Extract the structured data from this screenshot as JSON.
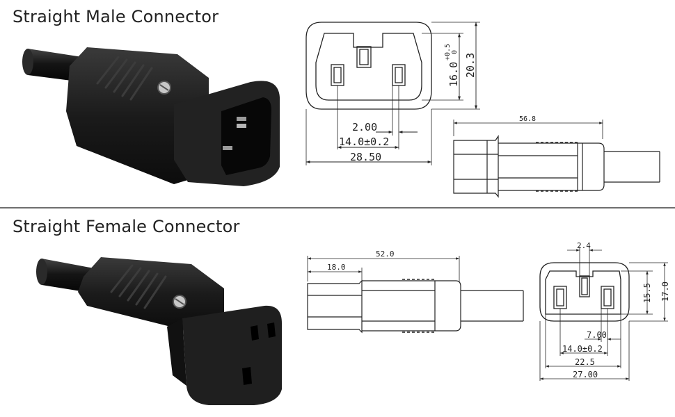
{
  "sections": {
    "male": {
      "title": "Straight Male Connector"
    },
    "female": {
      "title": "Straight Female Connector"
    }
  },
  "male_drawing": {
    "dim_slot_width": "2.00",
    "dim_pin_spacing": "14.0±0.2",
    "dim_width": "28.50",
    "dim_inner_height": "16.0",
    "dim_inner_height_tol_upper": "+0.5",
    "dim_inner_height_tol_lower": "0",
    "dim_outer_height": "20.3",
    "dim_length": "56.8"
  },
  "female_drawing": {
    "dim_length": "52.0",
    "dim_head_length": "18.0",
    "dim_slot_width": "2.4",
    "dim_inner_height": "15.5",
    "dim_outer_height": "17.0",
    "dim_slot_depth": "7.00",
    "dim_pin_spacing": "14.0±0.2",
    "dim_inner_width": "22.5",
    "dim_width": "27.00"
  },
  "colors": {
    "plastic": "#1b1b1b",
    "line": "#222222",
    "divider": "#6e6e6e"
  }
}
